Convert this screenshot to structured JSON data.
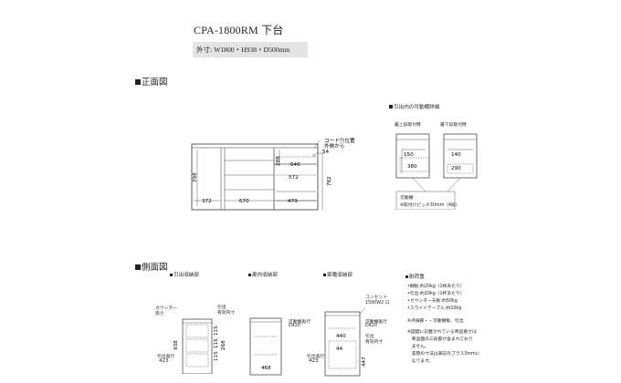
{
  "header": {
    "title": "CPA-1800RM 下台",
    "dimensions": "外寸: W1800・H938・D500mm"
  },
  "front": {
    "heading": "正面図",
    "cord_note_1": "コード穴位置",
    "cord_note_2": "外側から",
    "cord_value": "54",
    "dim_646": "646",
    "dim_572": "572",
    "dim_288": "288",
    "dim_798": "798",
    "dim_782": "782",
    "bottom_dims": [
      "372",
      "670",
      "479"
    ]
  },
  "drawer_detail": {
    "heading": "引出内の可動棚詳細",
    "label_top": "最上段取付時",
    "label_bottom": "最下段取付時",
    "left_150": "150",
    "left_380": "380",
    "right_140": "140",
    "right_290": "290",
    "note_1": "可動棚",
    "note_2": "※取付けピッチ30mm（4段）"
  },
  "side": {
    "heading": "側面図",
    "sub1": "引出収納部",
    "sub2": "扉内収納部",
    "sub3": "家電収納部",
    "counter_1": "カウンター",
    "counter_2": "高さ",
    "d1_drawer_1": "引出",
    "d1_drawer_2": "有効内寸",
    "d1_v938": "938",
    "d1_vals": [
      "115",
      "115",
      "115"
    ],
    "d1_v268": "268",
    "d1_depth_1": "引出奥行",
    "d1_depth_val": "423",
    "d2_shelf_1": "可動棚奥行",
    "d2_shelf_2": "D420",
    "d2_width": "468",
    "d3_outlet_1": "コンセント",
    "d3_outlet_2": "1500W2 口",
    "d3_shelf_1": "可動棚奥行",
    "d3_shelf_2": "D420",
    "d3_drawer_1": "引出",
    "d3_drawer_2": "有効内寸",
    "d3_depth_1": "引出奥行",
    "d3_depth_val": "423",
    "d3_440": "440",
    "d3_447": "447",
    "d3_h": "44"
  },
  "load": {
    "heading": "耐荷重",
    "items": [
      "•棚板:約20kg（1枚あたり）",
      "•引出:約10kg（1杯あたり）",
      "•カウンター天板:約50kg",
      "•スライドテーブル:約10kg"
    ],
    "note1": "※点線部・・可動棚板、引出",
    "note2": "※図面に記載されている商品重さは",
    "note3": "　商品面の三段部が含まれており",
    "note4": "　ません。",
    "note5": "　実際の寸法は表記のプラス3mmに",
    "note6": "　なります。"
  }
}
